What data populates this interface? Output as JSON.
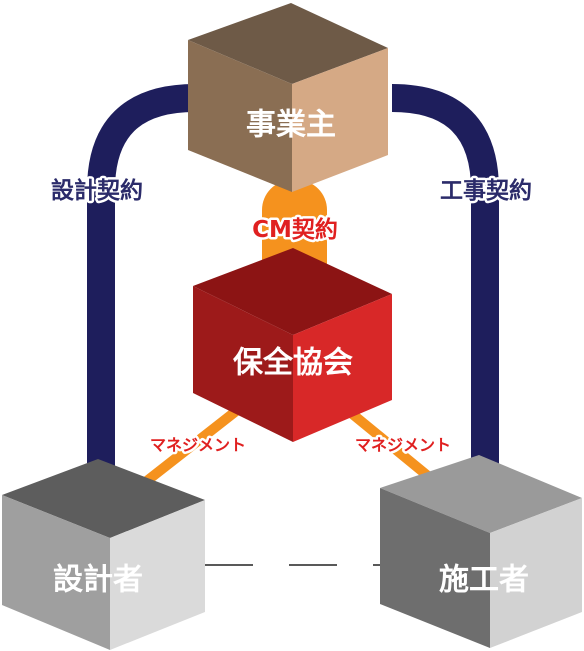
{
  "nodes": {
    "owner": {
      "label": "事業主",
      "text_color": "#ffffff",
      "colors": {
        "top": "#6e5a47",
        "left": "#8a6e53",
        "right": "#d5a985"
      }
    },
    "association": {
      "label": "保全協会",
      "text_color": "#ffffff",
      "colors": {
        "top": "#8c1414",
        "left": "#9d1a1a",
        "right": "#d82828"
      }
    },
    "designer": {
      "label": "設計者",
      "text_color": "#ffffff",
      "colors": {
        "top": "#5d5d5d",
        "left": "#9f9f9f",
        "right": "#dadada"
      }
    },
    "contractor": {
      "label": "施工者",
      "text_color": "#ffffff",
      "colors": {
        "top": "#9a9a9a",
        "left": "#6e6e6e",
        "right": "#d2d2d2"
      }
    }
  },
  "connections": {
    "design_contract": {
      "label": "設計契約",
      "color": "#1e1e5c",
      "label_color": "#2b2b6a"
    },
    "construction_contract": {
      "label": "工事契約",
      "color": "#1e1e5c",
      "label_color": "#2b2b6a"
    },
    "cm_contract": {
      "label": "CM契約",
      "color": "#f5921e",
      "label_color": "#e02020"
    },
    "management_left": {
      "label": "マネジメント",
      "color": "#f5921e",
      "label_color": "#e02020"
    },
    "management_right": {
      "label": "マネジメント",
      "color": "#f5921e",
      "label_color": "#e02020"
    },
    "peer_link": {
      "color": "#222222"
    }
  }
}
